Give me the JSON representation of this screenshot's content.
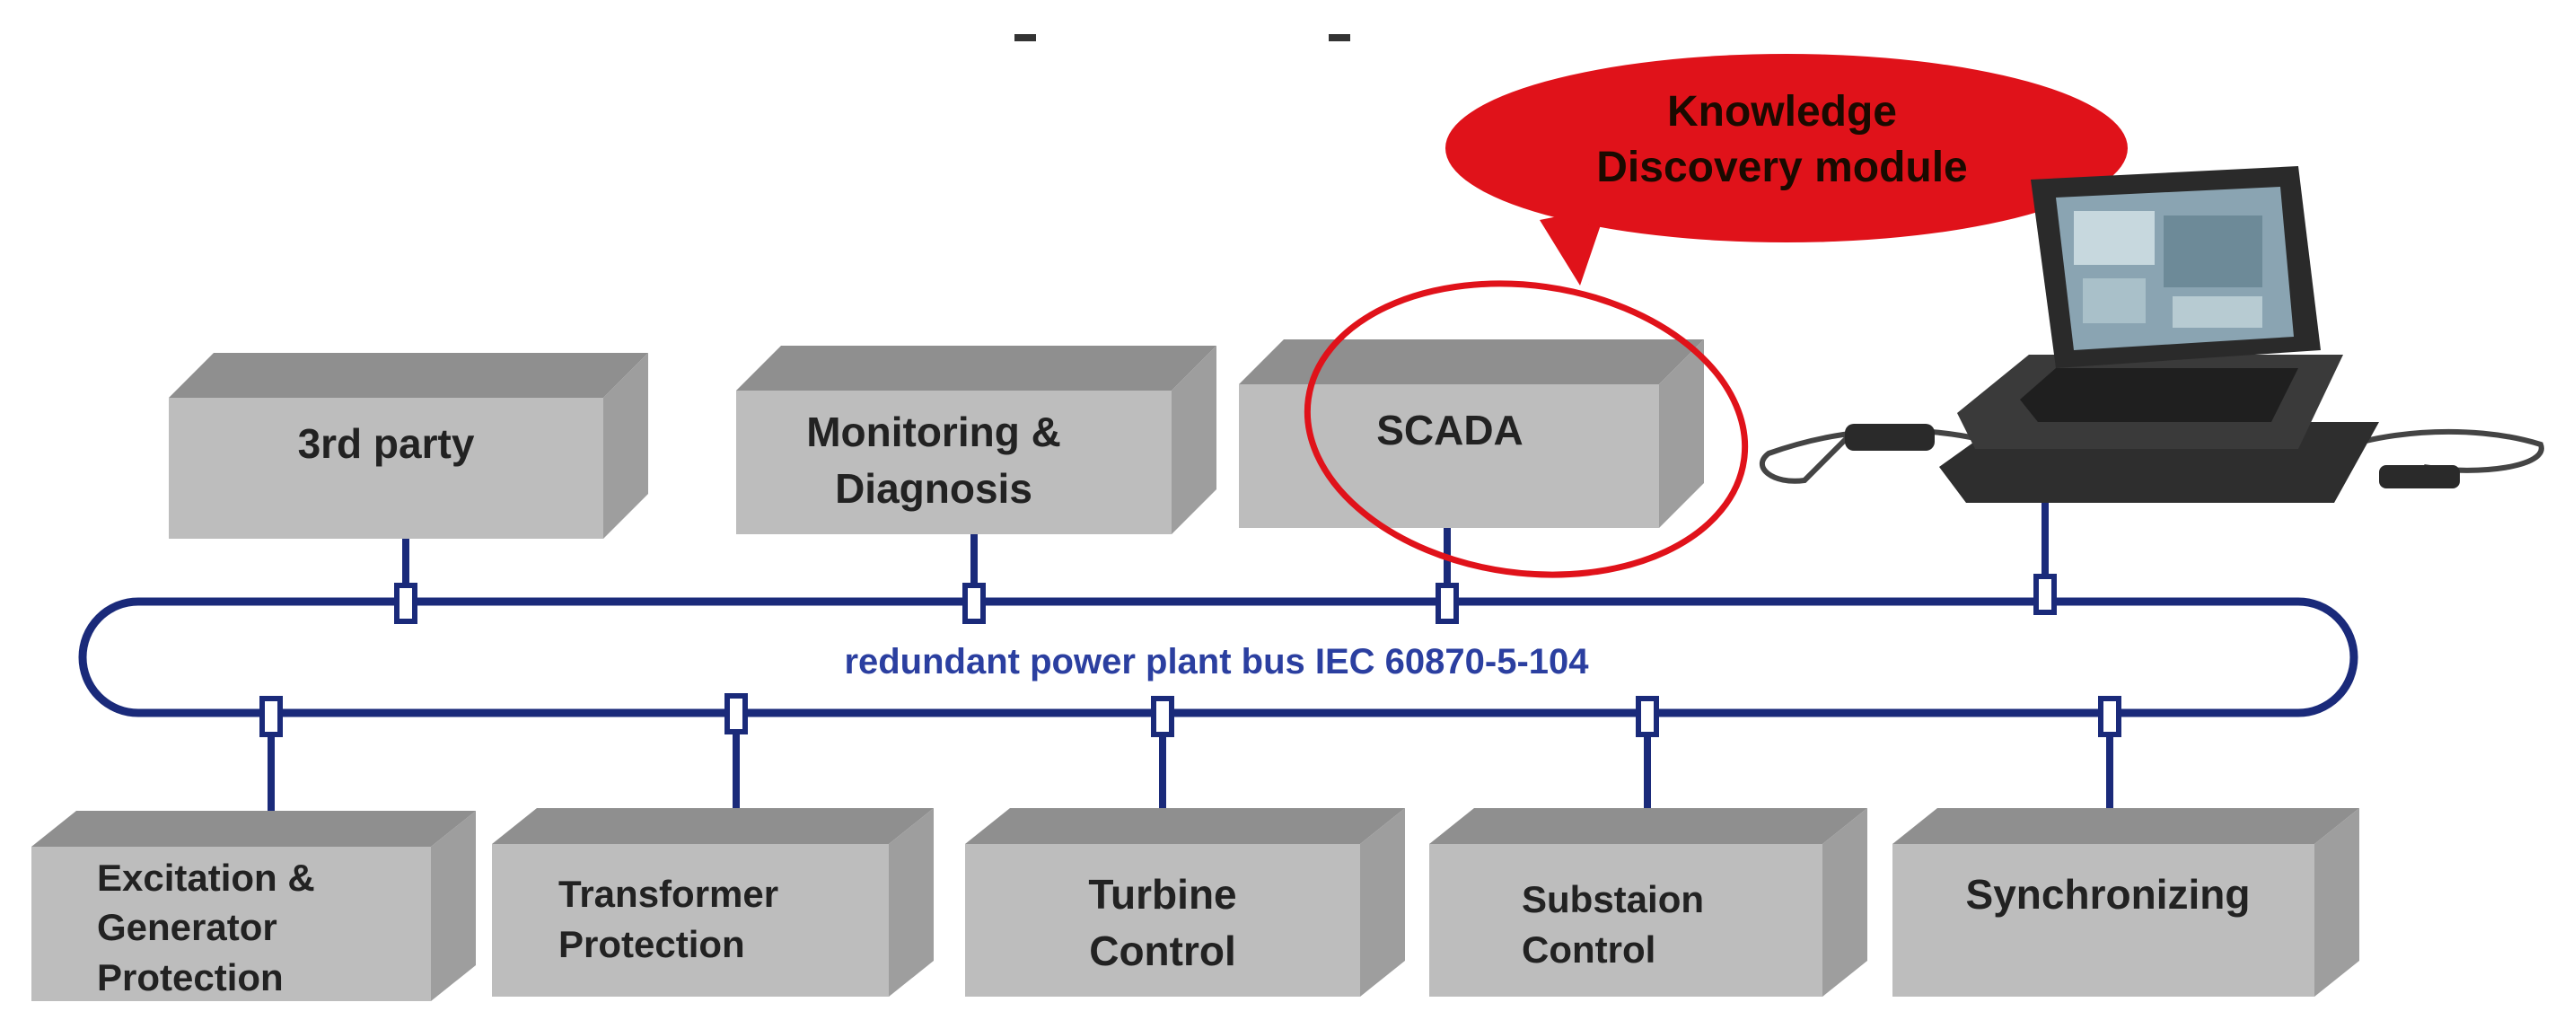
{
  "callout": {
    "line1": "Knowledge",
    "line2": "Discovery module",
    "color": "#e0121a"
  },
  "bus": {
    "label": "redundant power plant bus IEC 60870-5-104",
    "color": "#1a2a7a"
  },
  "top_boxes": {
    "third_party": "3rd party",
    "monitoring_line1": "Monitoring &",
    "monitoring_line2": "Diagnosis",
    "scada": "SCADA"
  },
  "laptop": {
    "icon": "laptop-icon"
  },
  "bottom_boxes": {
    "excitation_line1": "Excitation &",
    "excitation_line2": "Generator",
    "excitation_line3": "Protection",
    "transformer_line1": "Transformer",
    "transformer_line2": "Protection",
    "turbine_line1": "Turbine",
    "turbine_line2": "Control",
    "substation_line1": "Substaion",
    "substation_line2": "Control",
    "synchronizing": "Synchronizing"
  },
  "highlight_color": "#e0121a"
}
